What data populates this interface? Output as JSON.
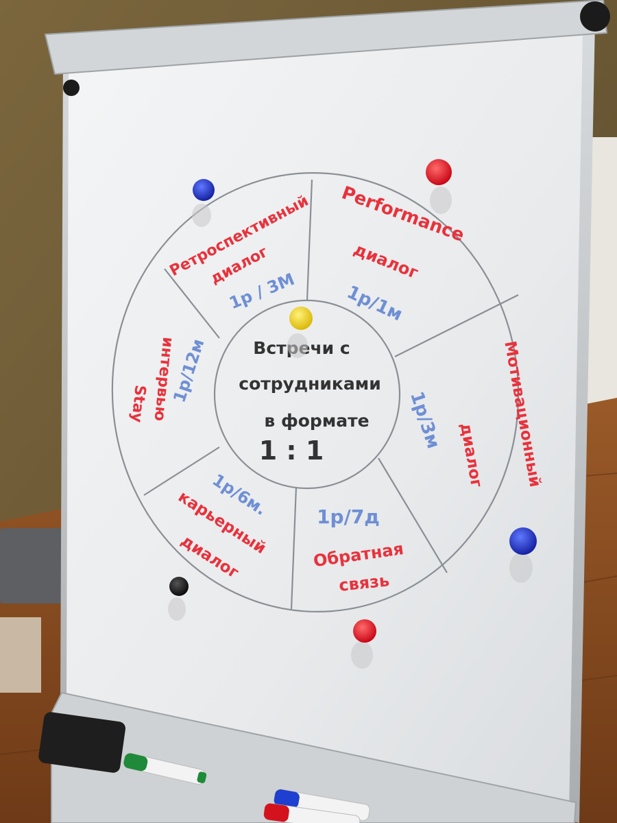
{
  "colors": {
    "wall": "#6f5a34",
    "floor": "#8a4f25",
    "board": "#eef0f2",
    "frame": "#c9ccce",
    "ink_red": "#e8323c",
    "ink_blue": "#6f8fd4",
    "ink_black": "#333333",
    "ink_gray": "#8a8f95",
    "magnet_red": "#e0141e",
    "magnet_blue": "#1c2fc8",
    "magnet_yellow": "#f2d21a",
    "magnet_black": "#141414"
  },
  "center": {
    "line1": "Встречи с",
    "line2": "сотрудниками",
    "line3": "в формате",
    "ratio": "1 : 1"
  },
  "sectors": [
    {
      "title1": "Ретроспективный",
      "title2": "диалог",
      "frequency": "1р / 3М"
    },
    {
      "title1": "Performance",
      "title2": "диалог",
      "frequency": "1р/1м"
    },
    {
      "title1": "Мотивационный",
      "title2": "диалог",
      "frequency": "1р/3м"
    },
    {
      "title1": "Обратная",
      "title2": "связь",
      "frequency": "1р/7д"
    },
    {
      "title1": "карьерный",
      "title2": "диалог",
      "frequency": "1р/6м."
    },
    {
      "title1": "Stay",
      "title2": "интервью",
      "frequency": "1р/12м"
    }
  ],
  "magnets": [
    "magnet_red",
    "magnet_blue",
    "magnet_yellow",
    "magnet_blue",
    "magnet_black",
    "magnet_red"
  ],
  "markers": [
    "green marker",
    "blue marker",
    "red marker"
  ]
}
